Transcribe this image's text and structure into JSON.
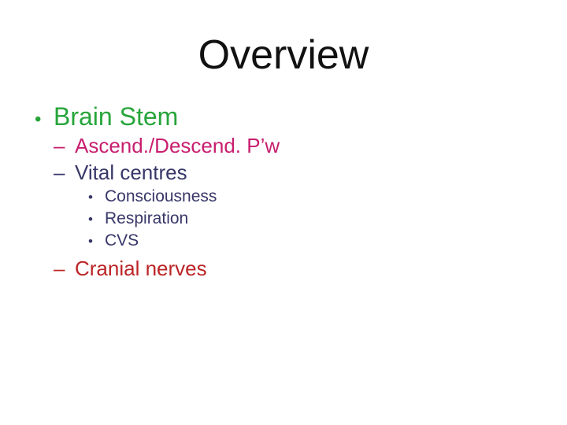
{
  "slide": {
    "title": "Overview",
    "colors": {
      "background": "#ffffff",
      "title": "#111111",
      "level1_green": "#27a53b",
      "level2_magenta": "#c81e6f",
      "level2_navy": "#373769",
      "level2_red": "#bc2427"
    },
    "bullets": [
      {
        "level": 1,
        "marker": "•",
        "text": "Brain Stem",
        "color": "#27a53b"
      },
      {
        "level": 2,
        "marker": "–",
        "text": "Ascend./Descend. P’w",
        "color": "#c81e6f"
      },
      {
        "level": 2,
        "marker": "–",
        "text": "Vital centres",
        "color": "#373769"
      },
      {
        "level": 3,
        "marker": "•",
        "text": "Consciousness",
        "color": "#373769"
      },
      {
        "level": 3,
        "marker": "•",
        "text": "Respiration",
        "color": "#373769"
      },
      {
        "level": 3,
        "marker": "•",
        "text": "CVS",
        "color": "#373769"
      },
      {
        "level": 2,
        "marker": "–",
        "text": "Cranial nerves",
        "color": "#bc2427"
      }
    ]
  }
}
